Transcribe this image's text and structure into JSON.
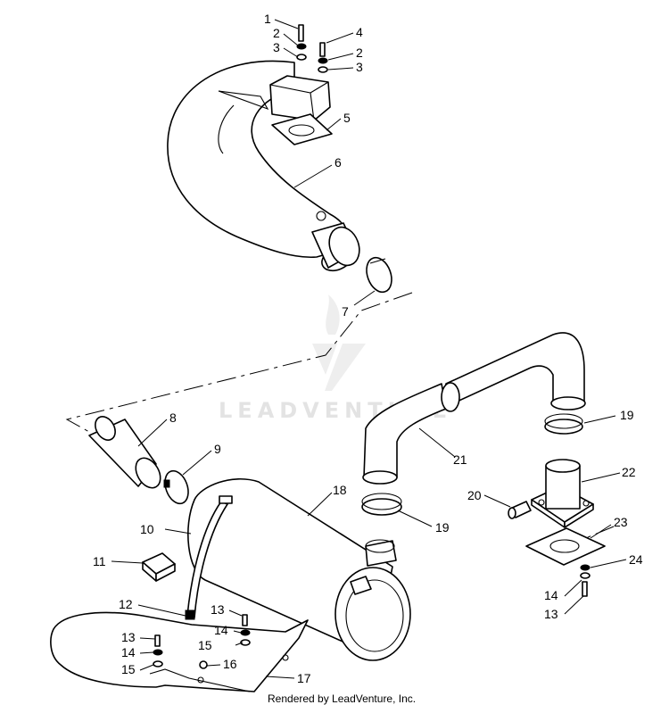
{
  "watermark": {
    "text": "LEADVENTURE"
  },
  "footer": {
    "text": "Rendered by LeadVenture, Inc."
  },
  "callouts": {
    "c1": "1",
    "c2a": "2",
    "c2b": "2",
    "c3a": "3",
    "c3b": "3",
    "c4": "4",
    "c5": "5",
    "c6": "6",
    "c7": "7",
    "c8": "8",
    "c9": "9",
    "c10": "10",
    "c11": "11",
    "c12": "12",
    "c13a": "13",
    "c13b": "13",
    "c13c": "13",
    "c14a": "14",
    "c14b": "14",
    "c14c": "14",
    "c15a": "15",
    "c15b": "15",
    "c16": "16",
    "c17": "17",
    "c18": "18",
    "c19a": "19",
    "c19b": "19",
    "c20": "20",
    "c21": "21",
    "c22": "22",
    "c23": "23",
    "c24": "24"
  }
}
